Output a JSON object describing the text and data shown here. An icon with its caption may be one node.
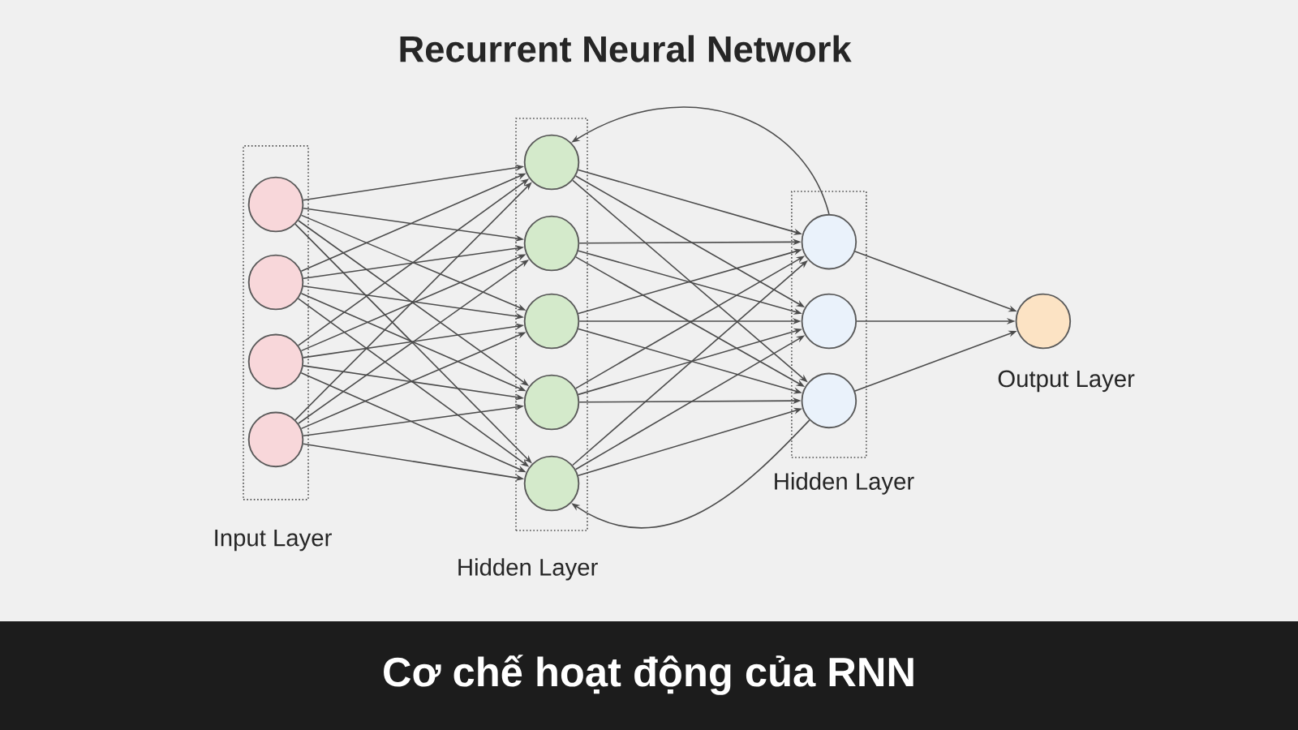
{
  "diagram": {
    "title": "Recurrent Neural Network",
    "caption": "Cơ chế hoạt động của RNN",
    "nodes": [
      {
        "text": [
          "Input Layer"
        ]
      },
      {
        "text": [],
        "shape": "circle",
        "in": 0
      },
      {
        "text": [],
        "shape": "circle",
        "in": 0
      },
      {
        "text": [],
        "shape": "circle",
        "in": 0
      },
      {
        "text": [],
        "shape": "circle",
        "in": 0
      },
      {
        "text": [
          "Hidden Layer"
        ]
      },
      {
        "text": [],
        "shape": "circle",
        "in": 5
      },
      {
        "text": [],
        "shape": "circle",
        "in": 5
      },
      {
        "text": [],
        "shape": "circle",
        "in": 5
      },
      {
        "text": [],
        "shape": "circle",
        "in": 5
      },
      {
        "text": [],
        "shape": "circle",
        "in": 5
      },
      {
        "text": [
          "Hidden Layer"
        ]
      },
      {
        "text": [],
        "shape": "circle",
        "in": 11
      },
      {
        "text": [],
        "shape": "circle",
        "in": 11
      },
      {
        "text": [],
        "shape": "circle",
        "in": 11
      },
      {
        "text": [],
        "shape": "circle",
        "beside": [
          "Output Layer"
        ]
      }
    ],
    "edges": [
      {
        "from": 1,
        "to": 6,
        "arrow": "to"
      },
      {
        "from": 1,
        "to": 7,
        "arrow": "to"
      },
      {
        "from": 1,
        "to": 8,
        "arrow": "to"
      },
      {
        "from": 1,
        "to": 9,
        "arrow": "to"
      },
      {
        "from": 1,
        "to": 10,
        "arrow": "to"
      },
      {
        "from": 2,
        "to": 6,
        "arrow": "to"
      },
      {
        "from": 2,
        "to": 7,
        "arrow": "to"
      },
      {
        "from": 2,
        "to": 8,
        "arrow": "to"
      },
      {
        "from": 2,
        "to": 9,
        "arrow": "to"
      },
      {
        "from": 2,
        "to": 10,
        "arrow": "to"
      },
      {
        "from": 3,
        "to": 6,
        "arrow": "to"
      },
      {
        "from": 3,
        "to": 7,
        "arrow": "to"
      },
      {
        "from": 3,
        "to": 8,
        "arrow": "to"
      },
      {
        "from": 3,
        "to": 9,
        "arrow": "to"
      },
      {
        "from": 3,
        "to": 10,
        "arrow": "to"
      },
      {
        "from": 4,
        "to": 6,
        "arrow": "to"
      },
      {
        "from": 4,
        "to": 7,
        "arrow": "to"
      },
      {
        "from": 4,
        "to": 8,
        "arrow": "to"
      },
      {
        "from": 4,
        "to": 9,
        "arrow": "to"
      },
      {
        "from": 4,
        "to": 10,
        "arrow": "to"
      },
      {
        "from": 6,
        "to": 12,
        "arrow": "to"
      },
      {
        "from": 6,
        "to": 13,
        "arrow": "to"
      },
      {
        "from": 6,
        "to": 14,
        "arrow": "to"
      },
      {
        "from": 7,
        "to": 12,
        "arrow": "to"
      },
      {
        "from": 7,
        "to": 13,
        "arrow": "to"
      },
      {
        "from": 7,
        "to": 14,
        "arrow": "to"
      },
      {
        "from": 8,
        "to": 12,
        "arrow": "to"
      },
      {
        "from": 8,
        "to": 13,
        "arrow": "to"
      },
      {
        "from": 8,
        "to": 14,
        "arrow": "to"
      },
      {
        "from": 9,
        "to": 12,
        "arrow": "to"
      },
      {
        "from": 9,
        "to": 13,
        "arrow": "to"
      },
      {
        "from": 9,
        "to": 14,
        "arrow": "to"
      },
      {
        "from": 10,
        "to": 12,
        "arrow": "to"
      },
      {
        "from": 10,
        "to": 13,
        "arrow": "to"
      },
      {
        "from": 10,
        "to": 14,
        "arrow": "to"
      },
      {
        "from": 12,
        "to": 15,
        "arrow": "to"
      },
      {
        "from": 13,
        "to": 15,
        "arrow": "to"
      },
      {
        "from": 14,
        "to": 15,
        "arrow": "to"
      },
      {
        "from": 12,
        "to": 6,
        "arrow": "to"
      },
      {
        "from": 14,
        "to": 10,
        "arrow": "to"
      }
    ]
  }
}
